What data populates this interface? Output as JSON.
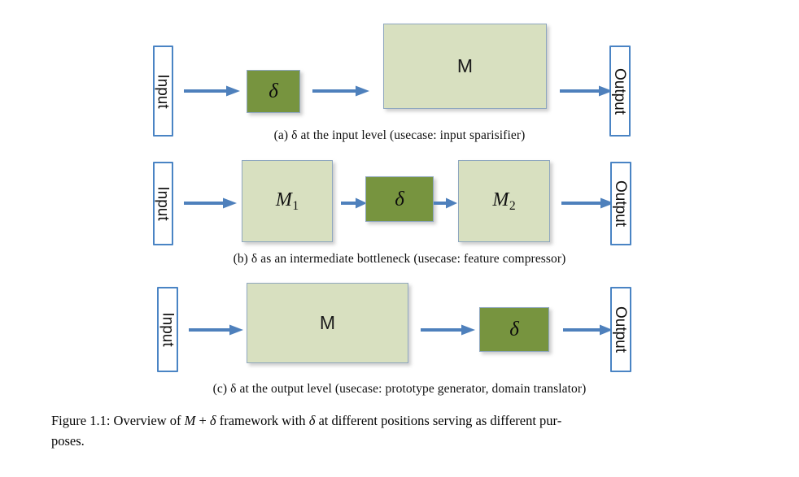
{
  "colors": {
    "model_fill": "#d8e0c0",
    "delta_fill": "#77943f",
    "box_border": "#8fa7bf",
    "io_border": "#4a84c4",
    "arrow": "#4e80bc",
    "background": "#ffffff",
    "text": "#000000"
  },
  "figure": {
    "rows": [
      {
        "id": "a",
        "caption": "(a) δ at the input level (usecase: input sparisifier)",
        "nodes": [
          {
            "name": "input",
            "label": "Input",
            "kind": "io"
          },
          {
            "name": "delta",
            "label": "δ",
            "kind": "delta"
          },
          {
            "name": "model",
            "label": "M",
            "kind": "model"
          },
          {
            "name": "output",
            "label": "Output",
            "kind": "io"
          }
        ]
      },
      {
        "id": "b",
        "caption": "(b) δ as an intermediate bottleneck (usecase: feature compressor)",
        "nodes": [
          {
            "name": "input",
            "label": "Input",
            "kind": "io"
          },
          {
            "name": "model-1",
            "label": "M",
            "sub": "1",
            "kind": "model"
          },
          {
            "name": "delta",
            "label": "δ",
            "kind": "delta"
          },
          {
            "name": "model-2",
            "label": "M",
            "sub": "2",
            "kind": "model"
          },
          {
            "name": "output",
            "label": "Output",
            "kind": "io"
          }
        ]
      },
      {
        "id": "c",
        "caption": "(c) δ at the output level (usecase: prototype generator, domain translator)",
        "nodes": [
          {
            "name": "input",
            "label": "Input",
            "kind": "io"
          },
          {
            "name": "model",
            "label": "M",
            "kind": "model"
          },
          {
            "name": "delta",
            "label": "δ",
            "kind": "delta"
          },
          {
            "name": "output",
            "label": "Output",
            "kind": "io"
          }
        ]
      }
    ],
    "main_caption": {
      "number": "Figure 1.1:",
      "text_1": " Overview of ",
      "math_1": "M",
      "text_2": " + ",
      "math_2": "δ",
      "text_3": " framework with ",
      "math_3": "δ",
      "text_4": " at different positions serving as different pur-",
      "text_5": "poses.",
      "full": "Figure 1.1: Overview of M + δ framework with δ at different positions serving as different purposes."
    }
  }
}
